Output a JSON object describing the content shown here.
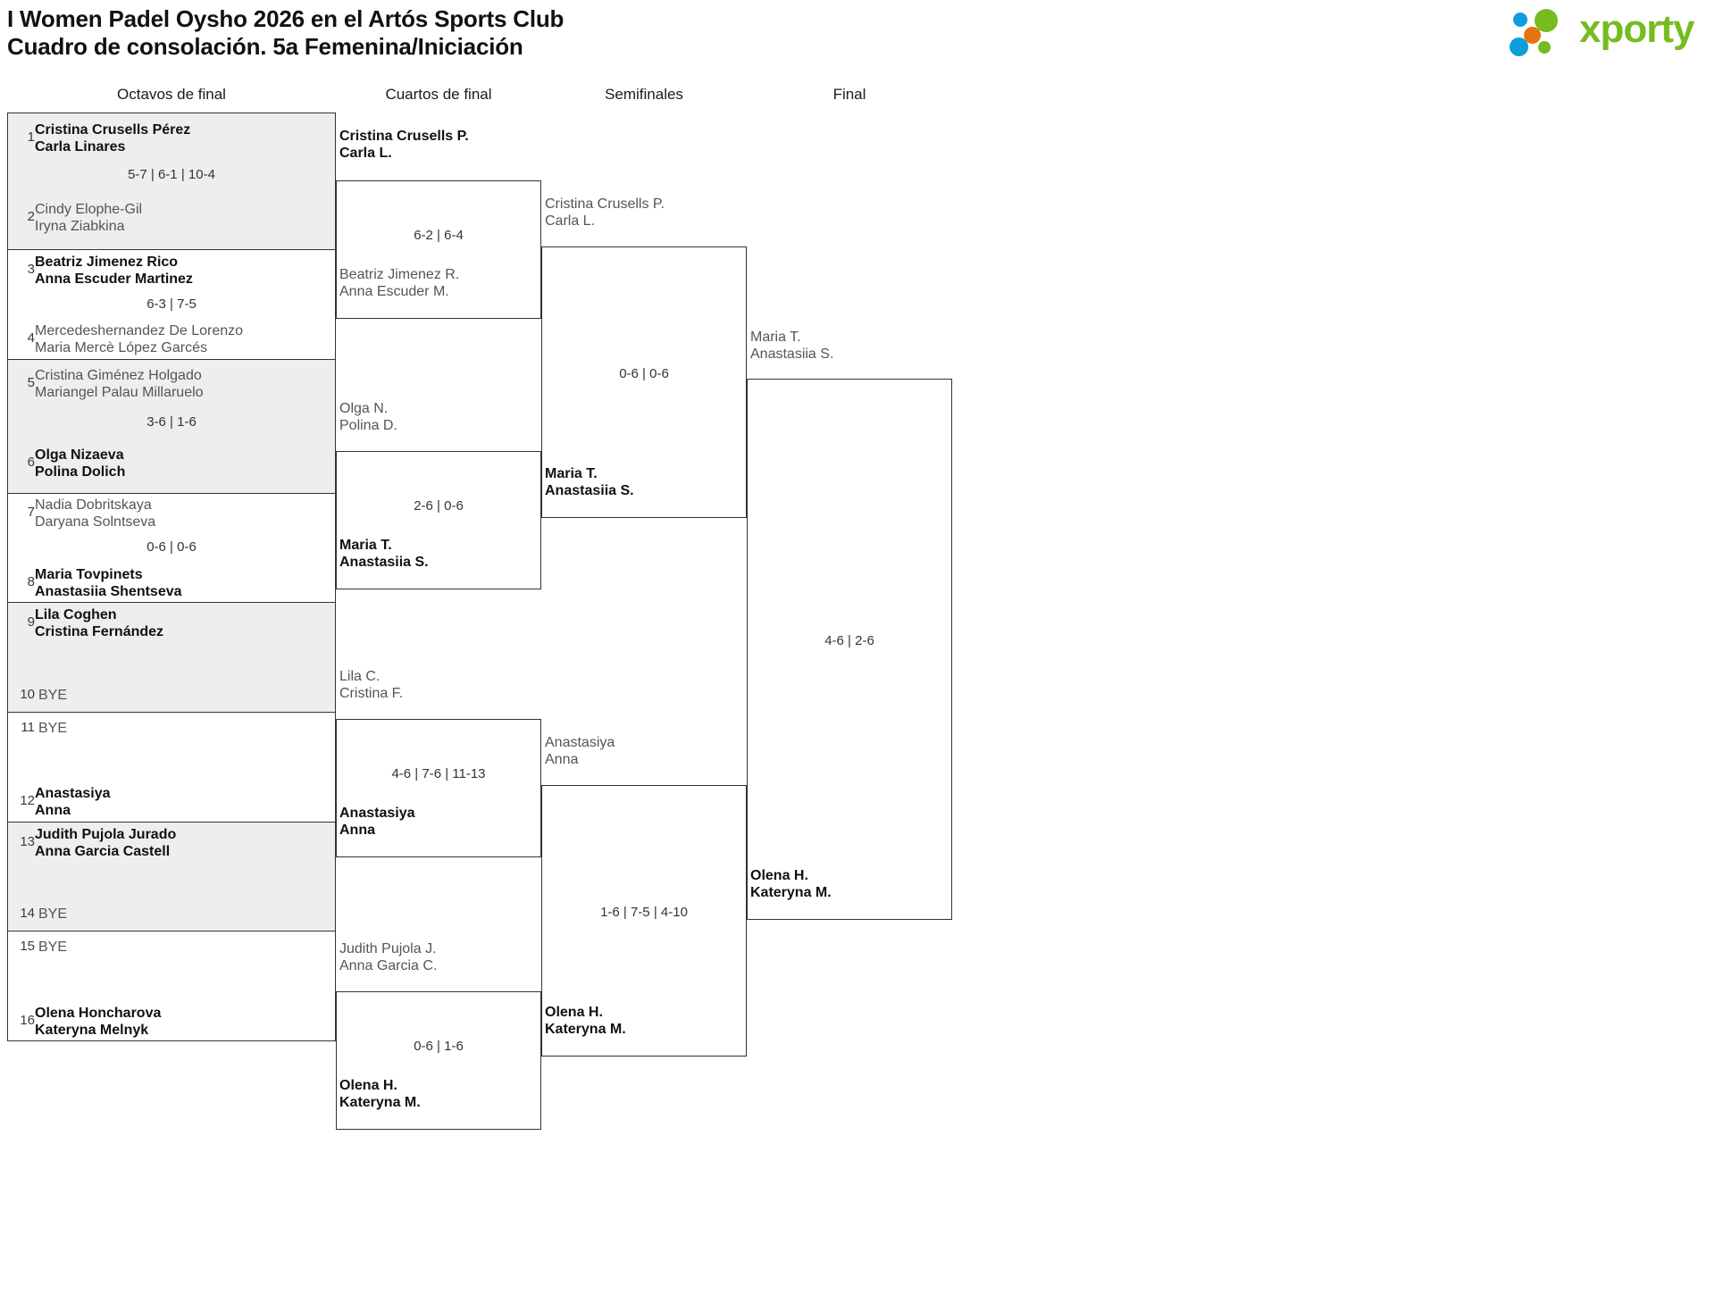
{
  "header": {
    "title_line1": "I Women Padel Oysho 2026 en el Artós Sports Club",
    "title_line2": "Cuadro de consolación. 5a Femenina/Iniciación",
    "logo_word": "xporty",
    "logo_colors": {
      "green": "#76bc21",
      "orange": "#e8720c",
      "blue": "#0d9ddb"
    }
  },
  "rounds": [
    {
      "label": "Octavos de final"
    },
    {
      "label": "Cuartos de final"
    },
    {
      "label": "Semifinales"
    },
    {
      "label": "Final"
    }
  ],
  "round1": {
    "matches": [
      {
        "score": "5-7 | 6-1 | 10-4",
        "top": {
          "seed": "1",
          "l1": "Cristina Crusells Pérez",
          "l2": "Carla Linares",
          "result": "winner"
        },
        "bottom": {
          "seed": "2",
          "l1": "Cindy Elophe-Gil",
          "l2": "Iryna Ziabkina",
          "result": "loser"
        }
      },
      {
        "score": "6-3 | 7-5",
        "top": {
          "seed": "3",
          "l1": "Beatriz Jimenez Rico",
          "l2": "Anna Escuder Martinez",
          "result": "winner"
        },
        "bottom": {
          "seed": "4",
          "l1": "Mercedeshernandez De Lorenzo",
          "l2": "Maria Mercè López Garcés",
          "result": "loser"
        }
      },
      {
        "score": "3-6 | 1-6",
        "top": {
          "seed": "5",
          "l1": "Cristina Giménez Holgado",
          "l2": "Mariangel Palau Millaruelo",
          "result": "loser"
        },
        "bottom": {
          "seed": "6",
          "l1": "Olga Nizaeva",
          "l2": "Polina Dolich",
          "result": "winner"
        }
      },
      {
        "score": "0-6 | 0-6",
        "top": {
          "seed": "7",
          "l1": "Nadia Dobritskaya",
          "l2": "Daryana Solntseva",
          "result": "loser"
        },
        "bottom": {
          "seed": "8",
          "l1": "Maria Tovpinets",
          "l2": "Anastasiia Shentseva",
          "result": "winner"
        }
      },
      {
        "score": "",
        "top": {
          "seed": "9",
          "l1": "Lila Coghen",
          "l2": "Cristina Fernández",
          "result": "winner"
        },
        "bottom": {
          "seed": "10",
          "l1": "BYE",
          "l2": "",
          "result": "bye"
        }
      },
      {
        "score": "",
        "top": {
          "seed": "11",
          "l1": "BYE",
          "l2": "",
          "result": "bye"
        },
        "bottom": {
          "seed": "12",
          "l1": "Anastasiya",
          "l2": "Anna",
          "result": "winner"
        }
      },
      {
        "score": "",
        "top": {
          "seed": "13",
          "l1": "Judith Pujola Jurado",
          "l2": "Anna Garcia Castell",
          "result": "winner"
        },
        "bottom": {
          "seed": "14",
          "l1": "BYE",
          "l2": "",
          "result": "bye"
        }
      },
      {
        "score": "",
        "top": {
          "seed": "15",
          "l1": "BYE",
          "l2": "",
          "result": "bye"
        },
        "bottom": {
          "seed": "16",
          "l1": "Olena Honcharova",
          "l2": "Kateryna Melnyk",
          "result": "winner"
        }
      }
    ]
  },
  "round2": {
    "matches": [
      {
        "score": "6-2 | 6-4",
        "top": {
          "l1": "Cristina Crusells P.",
          "l2": "Carla L.",
          "result": "winner"
        },
        "bottom": {
          "l1": "Beatriz Jimenez R.",
          "l2": "Anna Escuder M.",
          "result": "loser"
        }
      },
      {
        "score": "2-6 | 0-6",
        "top": {
          "l1": "Olga N.",
          "l2": "Polina D.",
          "result": "loser"
        },
        "bottom": {
          "l1": "Maria T.",
          "l2": "Anastasiia S.",
          "result": "winner"
        }
      },
      {
        "score": "4-6 | 7-6 | 11-13",
        "top": {
          "l1": "Lila C.",
          "l2": "Cristina F.",
          "result": "loser"
        },
        "bottom": {
          "l1": "Anastasiya",
          "l2": "Anna",
          "result": "winner"
        }
      },
      {
        "score": "0-6 | 1-6",
        "top": {
          "l1": "Judith Pujola J.",
          "l2": "Anna Garcia C.",
          "result": "loser"
        },
        "bottom": {
          "l1": "Olena H.",
          "l2": "Kateryna M.",
          "result": "winner"
        }
      }
    ]
  },
  "round3": {
    "matches": [
      {
        "score": "0-6 | 0-6",
        "top": {
          "l1": "Cristina Crusells P.",
          "l2": "Carla L.",
          "result": "loser"
        },
        "bottom": {
          "l1": "Maria T.",
          "l2": "Anastasiia S.",
          "result": "winner"
        }
      },
      {
        "score": "1-6 | 7-5 | 4-10",
        "top": {
          "l1": "Anastasiya",
          "l2": "Anna",
          "result": "loser"
        },
        "bottom": {
          "l1": "Olena H.",
          "l2": "Kateryna M.",
          "result": "winner"
        }
      }
    ]
  },
  "round4": {
    "matches": [
      {
        "score": "4-6 | 2-6",
        "top": {
          "l1": "Maria T.",
          "l2": "Anastasiia S.",
          "result": "loser"
        },
        "bottom": {
          "l1": "Olena H.",
          "l2": "Kateryna M.",
          "result": "winner"
        }
      }
    ]
  }
}
